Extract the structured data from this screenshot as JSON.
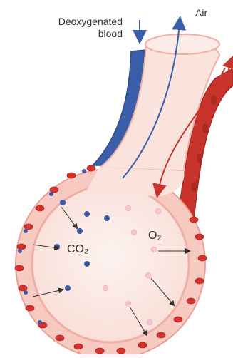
{
  "labels": {
    "deoxygenated_line1": "Deoxygenated",
    "deoxygenated_line2": "blood",
    "air": "Air",
    "o2": "O₂",
    "co2": "CO₂"
  },
  "colors": {
    "deoxygenated_vessel": "#3a5ea8",
    "oxygenated_vessel": "#c8342c",
    "alveolus_fill": "#fbe6e1",
    "alveolus_wall": "#f3b9b0",
    "capillary_ring": "#f6c9c1",
    "red_blood_cell": "#d8322e",
    "co2_molecule": "#3b5aa6",
    "o2_molecule": "#f4c6cf",
    "air_in_arrow": "#3a5ea8",
    "air_out_arrow": "#c8342c"
  }
}
